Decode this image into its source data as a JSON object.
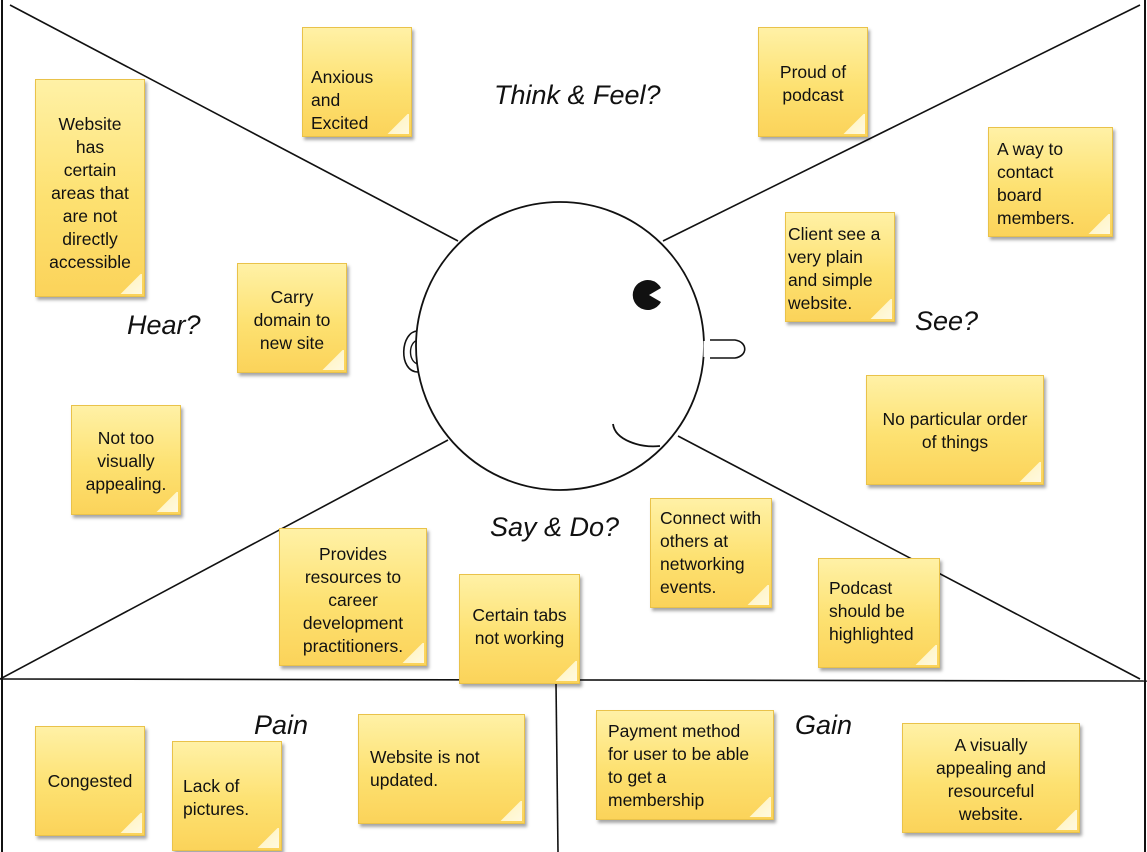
{
  "sections": {
    "think_feel": "Think & Feel?",
    "hear": "Hear?",
    "see": "See?",
    "say_do": "Say & Do?",
    "pain": "Pain",
    "gain": "Gain"
  },
  "notes": {
    "anxious": "Anxious\nand\nExcited",
    "proud": "Proud of\npodcast",
    "website_areas": "Website\nhas\ncertain\nareas that\nare not\ndirectly\naccessible",
    "contact_board": "A way to\ncontact\nboard\nmembers.",
    "client_see": "Client see a\nvery plain\nand simple\nwebsite.",
    "carry_domain": "Carry\ndomain to\nnew site",
    "no_order": "No particular order\nof things",
    "not_appealing": "Not too\nvisually\nappealing.",
    "connect": "Connect with\nothers at\nnetworking\nevents.",
    "provides": "Provides\nresources to\ncareer\ndevelopment\npractitioners.",
    "certain_tabs": "Certain tabs\nnot working",
    "podcast_highlight": "Podcast\nshould be\nhighlighted",
    "congested": "Congested",
    "lack_pictures": "Lack of\npictures.",
    "not_updated": "Website is not\nupdated.",
    "payment": "Payment method\nfor user to be able\nto get a\nmembership",
    "visually_appealing": "A visually\nappealing and\nresourceful\nwebsite."
  }
}
